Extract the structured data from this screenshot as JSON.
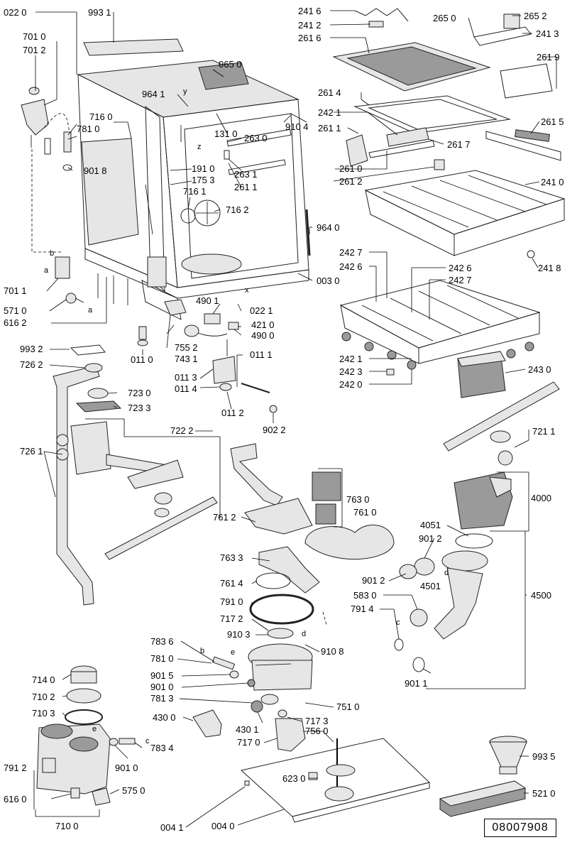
{
  "drawing_ref": "08007908",
  "labels": {
    "l0220": "022 0",
    "l9931": "993 1",
    "l7010": "701 0",
    "l7012": "701 2",
    "l0650": "065 0",
    "l9641": "964 1",
    "l7160": "716 0",
    "l7810": "781 0",
    "l1310": "131 0",
    "l9104": "910 4",
    "l2630": "263 0",
    "l9018": "901 8",
    "l1910": "191 0",
    "l1753": "175 3",
    "l2631": "263 1",
    "l2611a": "261 1",
    "l7161": "716 1",
    "l7162": "716 2",
    "l9640": "964 0",
    "l7011": "701 1",
    "l0030": "003 0",
    "l5710": "571 0",
    "l4901": "490 1",
    "l0221": "022 1",
    "l6162": "616 2",
    "l4210": "421 0",
    "l4900": "490 0",
    "l7552": "755 2",
    "l7431": "743 1",
    "l0110": "011 0",
    "l9932": "993 2",
    "l0111": "011 1",
    "l7262": "726 2",
    "l0113": "011 3",
    "l0114": "011 4",
    "l7230": "723 0",
    "l7233": "723 3",
    "l0112": "011 2",
    "l9022": "902 2",
    "l7222": "722 2",
    "l7261": "726 1",
    "l2416": "241 6",
    "l2412": "241 2",
    "l2616": "261 6",
    "l2650": "265 0",
    "l2652": "265 2",
    "l2413": "241 3",
    "l2619": "261 9",
    "l2614": "261 4",
    "l2421a": "242 1",
    "l2611b": "261 1",
    "l2615": "261 5",
    "l2617": "261 7",
    "l2610": "261 0",
    "l2612": "261 2",
    "l2410": "241 0",
    "l2418": "241 8",
    "l2427a": "242 7",
    "l2426a": "242 6",
    "l2426b": "242 6",
    "l2427b": "242 7",
    "l2421b": "242 1",
    "l2423": "242 3",
    "l2420": "242 0",
    "l2430": "243 0",
    "l7211": "721 1",
    "l7630": "763 0",
    "l7610": "761 0",
    "l7612": "761 2",
    "l7633": "763 3",
    "l7614": "761 4",
    "l4000": "4000",
    "l4051": "4051",
    "l9012a": "901 2",
    "l9012b": "901 2",
    "l4501": "4501",
    "l5830": "583 0",
    "l7914": "791 4",
    "l4500": "4500",
    "l9011": "901 1",
    "l7910": "791 0",
    "l7172": "717 2",
    "l9103": "910 3",
    "l9108": "910 8",
    "l7836": "783 6",
    "l7810b": "781 0",
    "l9015": "901 5",
    "l9010": "901 0",
    "l7813": "781 3",
    "l7510": "751 0",
    "l7140": "714 0",
    "l7102": "710 2",
    "l7103": "710 3",
    "l4300": "430 0",
    "l4301": "430 1",
    "l7173": "717 3",
    "l7560": "756 0",
    "l7170": "717 0",
    "l7834": "783 4",
    "l9010b": "901 0",
    "l7912": "791 2",
    "l5750": "575 0",
    "l6160": "616 0",
    "l6230": "623 0",
    "l9935": "993 5",
    "l5210": "521 0",
    "l7100": "710 0",
    "l0041": "004 1",
    "l0040": "004 0"
  },
  "letters": {
    "a1": "a",
    "a2": "a",
    "b1": "b",
    "b2": "b",
    "c1": "c",
    "c2": "c",
    "d1": "d",
    "d2": "d",
    "e1": "e",
    "e2": "e",
    "x": "x",
    "y": "y",
    "z": "z"
  }
}
